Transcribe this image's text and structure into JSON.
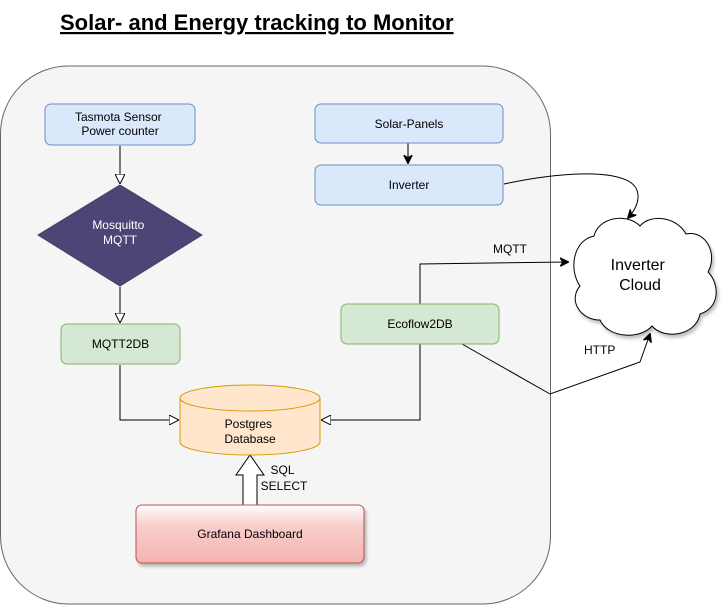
{
  "title": "Solar- and Energy tracking to Monitor",
  "nodes": {
    "tasmota": {
      "line1": "Tasmota Sensor",
      "line2": "Power counter"
    },
    "mosquitto": {
      "line1": "Mosquitto",
      "line2": "MQTT"
    },
    "mqtt2db": {
      "label": "MQTT2DB"
    },
    "solar_panels": {
      "label": "Solar-Panels"
    },
    "inverter": {
      "label": "Inverter"
    },
    "ecoflow2db": {
      "label": "Ecoflow2DB"
    },
    "postgres": {
      "line1": "Postgres",
      "line2": "Database"
    },
    "grafana": {
      "label": "Grafana Dashboard"
    },
    "cloud": {
      "line1": "Inverter",
      "line2": "Cloud"
    }
  },
  "edge_labels": {
    "mqtt": "MQTT",
    "http": "HTTP",
    "sql_line1": "SQL",
    "sql_line2": "SELECT"
  },
  "colors": {
    "blue_fill": "#dae8fc",
    "blue_stroke": "#6c8ebf",
    "green_fill": "#d5e8d4",
    "green_stroke": "#82b366",
    "orange_fill": "#ffe6cc",
    "orange_stroke": "#d79b00",
    "red_fill": "#f8cecc",
    "red_stroke": "#b85450",
    "diamond_fill": "#4d4576",
    "container_fill": "#f5f5f5",
    "container_stroke": "#666666"
  }
}
